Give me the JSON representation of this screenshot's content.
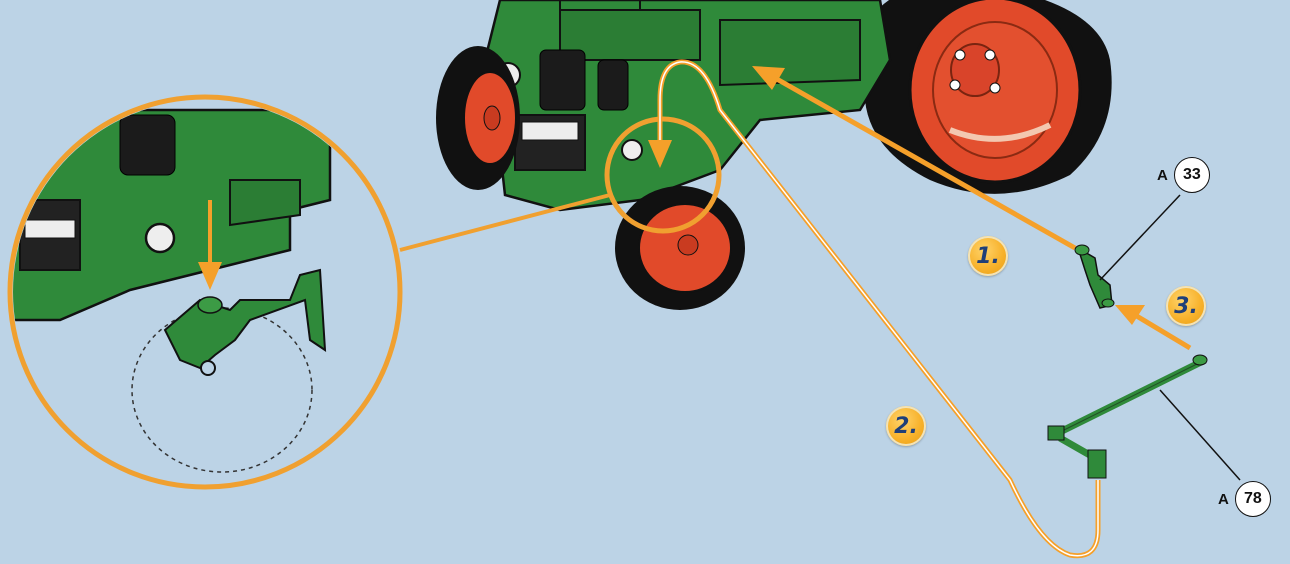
{
  "steps": [
    {
      "label": "1."
    },
    {
      "label": "2."
    },
    {
      "label": "3."
    }
  ],
  "parts": [
    {
      "prefix": "A",
      "number": "33"
    },
    {
      "prefix": "A",
      "number": "78"
    }
  ],
  "colors": {
    "background": "#bcd3e6",
    "tractor_green": "#2f8a3a",
    "wheel_red": "#e14a2a",
    "arrow_orange": "#f5a02a",
    "callout_orange": "#f0a030"
  }
}
